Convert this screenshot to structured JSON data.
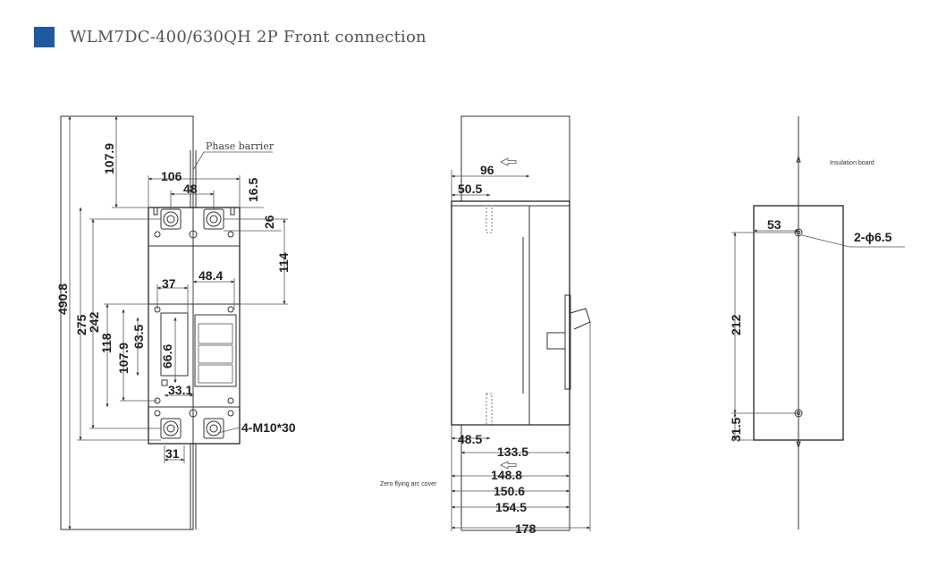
{
  "header": {
    "title": "WLM7DC-400/630QH 2P Front connection",
    "accent_color": "#1f5aa0"
  },
  "front_view": {
    "dims": {
      "overall_height": "490.8",
      "top_extension": "107.9",
      "width": "106",
      "pole_pitch": "48",
      "d16_5": "16.5",
      "d26": "26",
      "d114": "114",
      "d275": "275",
      "d242": "242",
      "d118": "118",
      "d107_9": "107.9",
      "d63_5": "63.5",
      "d66_6": "66.6",
      "d37": "37",
      "d48_4": "48.4",
      "d33_1": "33.1",
      "d31": "31",
      "terminal": "4-M10*30"
    },
    "labels": {
      "phase_barrier": "Phase barrier"
    }
  },
  "side_view": {
    "dims": {
      "d96": "96",
      "d50_5": "50.5",
      "d48_5": "48.5",
      "d133_5": "133.5",
      "d148_8": "148.8",
      "d150_6": "150.6",
      "d154_5": "154.5",
      "d178": "178"
    },
    "labels": {
      "arc_cover": "Zero flying arc cover"
    }
  },
  "mounting_view": {
    "dims": {
      "d53": "53",
      "holes": "2-ϕ6.5",
      "d212": "212",
      "d31_5": "31.5"
    },
    "labels": {
      "insulation_board": "Insulation board"
    }
  }
}
